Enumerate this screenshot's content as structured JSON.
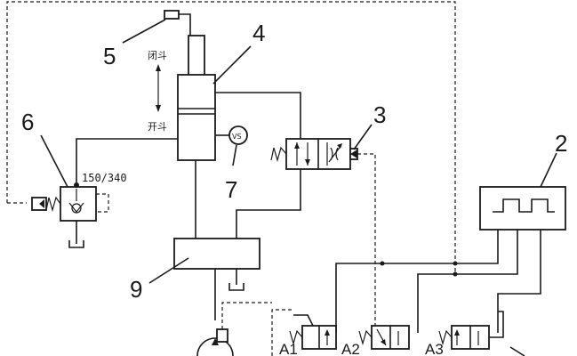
{
  "labels": {
    "n1": "5",
    "n2": "4",
    "n3": "3",
    "n4": "6",
    "n5": "2",
    "n6": "7",
    "n7": "9"
  },
  "annotations": {
    "close_bucket": "闭斗",
    "open_bucket": "开斗",
    "pressure": "150/340",
    "vs": "VS"
  },
  "ports": {
    "a1": "A1",
    "a2": "A2",
    "a3": "A3"
  }
}
